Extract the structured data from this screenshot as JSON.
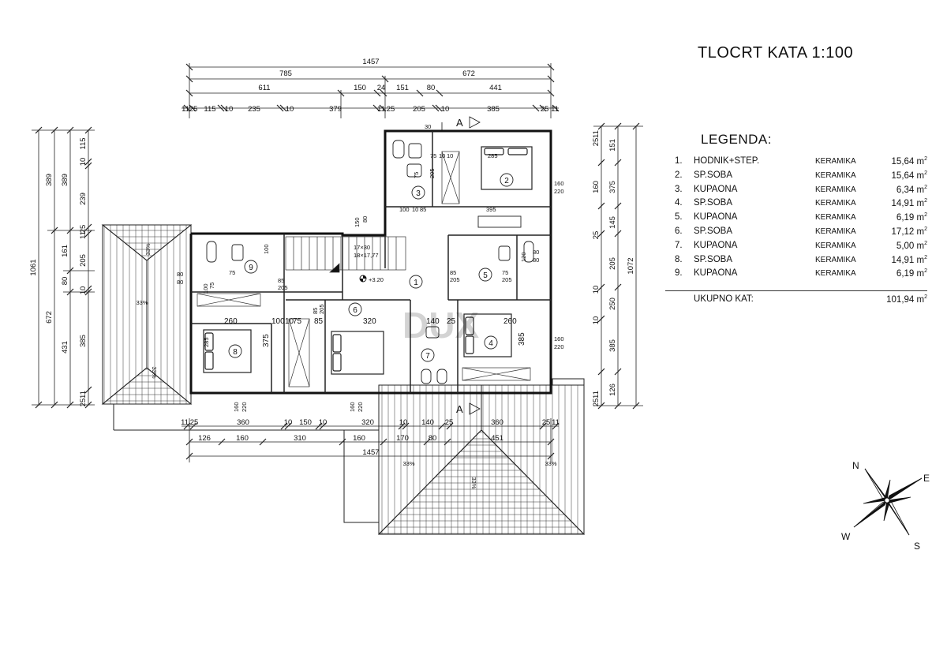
{
  "title": "TLOCRT KATA 1:100",
  "legend": {
    "heading": "LEGENDA:",
    "rooms": [
      {
        "no": "1.",
        "name": "HODNIK+STEP.",
        "material": "KERAMIKA",
        "area": "15,64 m"
      },
      {
        "no": "2.",
        "name": "SP.SOBA",
        "material": "KERAMIKA",
        "area": "15,64 m"
      },
      {
        "no": "3.",
        "name": "KUPAONA",
        "material": "KERAMIKA",
        "area": "6,34 m"
      },
      {
        "no": "4.",
        "name": "SP.SOBA",
        "material": "KERAMIKA",
        "area": "14,91 m"
      },
      {
        "no": "5.",
        "name": "KUPAONA",
        "material": "KERAMIKA",
        "area": "6,19 m"
      },
      {
        "no": "6.",
        "name": "SP.SOBA",
        "material": "KERAMIKA",
        "area": "17,12 m"
      },
      {
        "no": "7.",
        "name": "KUPAONA",
        "material": "KERAMIKA",
        "area": "5,00 m"
      },
      {
        "no": "8.",
        "name": "SP.SOBA",
        "material": "KERAMIKA",
        "area": "14,91 m"
      },
      {
        "no": "9.",
        "name": "KUPAONA",
        "material": "KERAMIKA",
        "area": "6,19 m"
      }
    ],
    "area_unit_exp": "2",
    "total_label": "UKUPNO KAT:",
    "total_area": "101,94 m"
  },
  "plan": {
    "room_numbers": [
      "1",
      "2",
      "3",
      "4",
      "5",
      "6",
      "7",
      "8",
      "9"
    ],
    "level_mark": "+3.20",
    "section_mark": "A",
    "stair_note_1": "17×30",
    "stair_note_2": "18×17,77",
    "roof_slope": "33%",
    "top_dims": {
      "row1": [
        "1457"
      ],
      "row2": [
        "785",
        "672"
      ],
      "row3": [
        "611",
        "150",
        "24",
        "151",
        "80",
        "441"
      ],
      "row4": [
        "11",
        "25",
        "115",
        "10",
        "235",
        "10",
        "379",
        "11",
        "25",
        "205",
        "10",
        "385",
        "25",
        "11"
      ]
    },
    "bottom_dims": {
      "row1": [
        "11",
        "25",
        "360",
        "10",
        "150",
        "10",
        "320",
        "10",
        "140",
        "25",
        "360",
        "25",
        "11"
      ],
      "row2": [
        "126",
        "160",
        "310",
        "160",
        "170",
        "80",
        "451"
      ],
      "row3": [
        "1457"
      ]
    },
    "left_dims": {
      "total": "1061",
      "col2": [
        "389",
        "672"
      ],
      "col3": [
        "389",
        "161",
        "80",
        "431"
      ],
      "col4": [
        "115",
        "10",
        "239",
        "25",
        "11",
        "205",
        "10",
        "385",
        "11",
        "25"
      ]
    },
    "right_dims": {
      "total": "1072",
      "col2": [
        "151",
        "375",
        "145",
        "205",
        "250",
        "385",
        "126"
      ],
      "col3": [
        "11",
        "25",
        "160",
        "25",
        "10",
        "10",
        "11",
        "25"
      ]
    },
    "inner_dims": [
      "75",
      "10",
      "10",
      "285",
      "75",
      "205",
      "100",
      "10",
      "85",
      "395",
      "150",
      "80",
      "85",
      "205",
      "75",
      "205",
      "120",
      "80",
      "80",
      "100",
      "75",
      "85",
      "205",
      "85",
      "205",
      "260",
      "100",
      "10",
      "75",
      "85",
      "320",
      "140",
      "25",
      "260",
      "375",
      "285",
      "385",
      "100",
      "75",
      "160",
      "220",
      "80",
      "80",
      "30"
    ],
    "window_dims": [
      "160",
      "220"
    ],
    "watermark": "DUX"
  },
  "compass": [
    "N",
    "E",
    "S",
    "W"
  ]
}
